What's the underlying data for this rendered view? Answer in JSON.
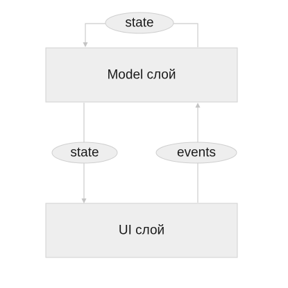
{
  "diagram": {
    "model_layer": {
      "label": "Model слой"
    },
    "ui_layer": {
      "label": "UI слой"
    },
    "self_loop": {
      "label": "state"
    },
    "down_flow": {
      "label": "state"
    },
    "up_flow": {
      "label": "events"
    }
  }
}
